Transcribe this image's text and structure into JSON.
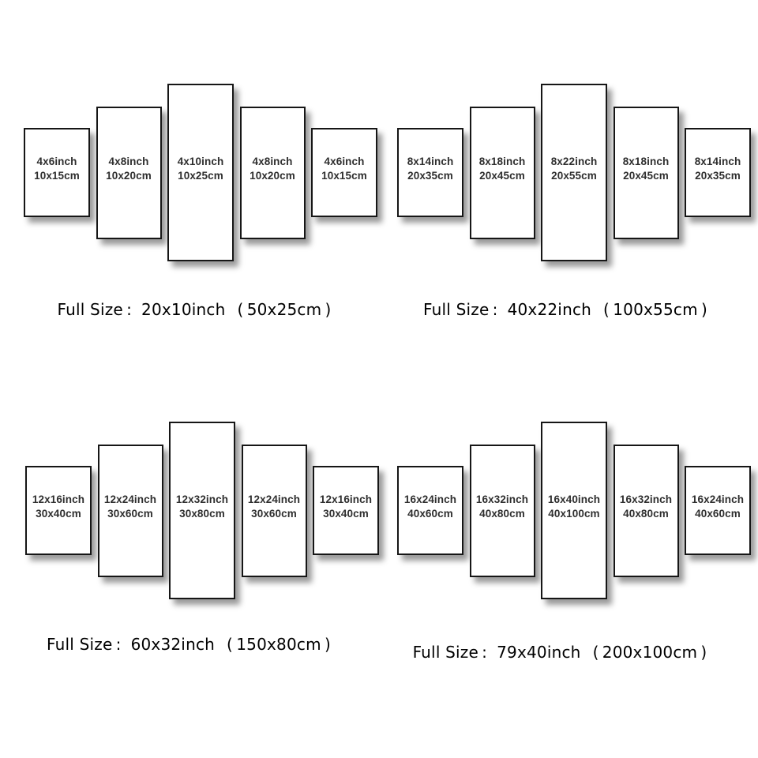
{
  "colors": {
    "background": "#ffffff",
    "panel_border": "#161616",
    "panel_text": "#2e2e2e",
    "caption_text": "#000000",
    "shadow": "rgba(0,0,0,0.40)"
  },
  "groups": [
    {
      "panels": [
        {
          "inch": "4x6inch",
          "cm": "10x15cm"
        },
        {
          "inch": "4x8inch",
          "cm": "10x20cm"
        },
        {
          "inch": "4x10inch",
          "cm": "10x25cm"
        },
        {
          "inch": "4x8inch",
          "cm": "10x20cm"
        },
        {
          "inch": "4x6inch",
          "cm": "10x15cm"
        }
      ],
      "caption": {
        "label": "Full Size :",
        "inches": "20x10inch",
        "cm": "( 50x25cm )"
      }
    },
    {
      "panels": [
        {
          "inch": "8x14inch",
          "cm": "20x35cm"
        },
        {
          "inch": "8x18inch",
          "cm": "20x45cm"
        },
        {
          "inch": "8x22inch",
          "cm": "20x55cm"
        },
        {
          "inch": "8x18inch",
          "cm": "20x45cm"
        },
        {
          "inch": "8x14inch",
          "cm": "20x35cm"
        }
      ],
      "caption": {
        "label": "Full Size :",
        "inches": "40x22inch",
        "cm": "( 100x55cm )"
      }
    },
    {
      "panels": [
        {
          "inch": "12x16inch",
          "cm": "30x40cm"
        },
        {
          "inch": "12x24inch",
          "cm": "30x60cm"
        },
        {
          "inch": "12x32inch",
          "cm": "30x80cm"
        },
        {
          "inch": "12x24inch",
          "cm": "30x60cm"
        },
        {
          "inch": "12x16inch",
          "cm": "30x40cm"
        }
      ],
      "caption": {
        "label": "Full Size :",
        "inches": "60x32inch",
        "cm": "( 150x80cm )"
      }
    },
    {
      "panels": [
        {
          "inch": "16x24inch",
          "cm": "40x60cm"
        },
        {
          "inch": "16x32inch",
          "cm": "40x80cm"
        },
        {
          "inch": "16x40inch",
          "cm": "40x100cm"
        },
        {
          "inch": "16x32inch",
          "cm": "40x80cm"
        },
        {
          "inch": "16x24inch",
          "cm": "40x60cm"
        }
      ],
      "caption": {
        "label": "Full Size :",
        "inches": "79x40inch",
        "cm": "( 200x100cm )"
      }
    }
  ]
}
